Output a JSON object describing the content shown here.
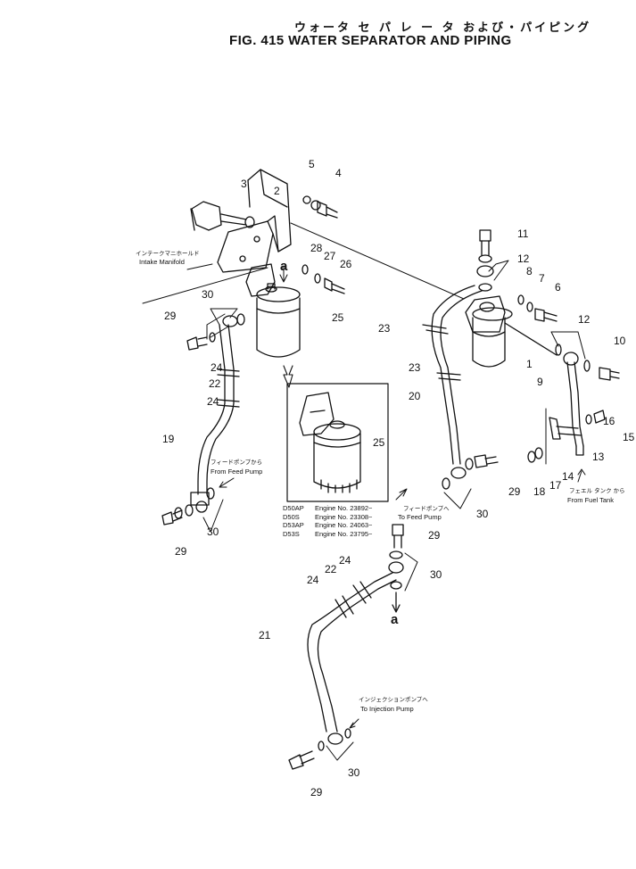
{
  "header": {
    "title_jp": "ウォータ セ パ レ ー タ および・パイピング",
    "title_en": "FIG. 415 WATER SEPARATOR AND PIPING"
  },
  "notes": {
    "intake_jp": "インテークマニホールド",
    "intake_en": "Intake Manifold",
    "feed_left_jp": "フィードポンプから",
    "feed_left_en": "From Feed Pump",
    "feed_right_jp": "フィードポンプへ",
    "feed_right_en": "To Feed Pump",
    "fuel_jp": "フェエル タンク から",
    "fuel_en": "From Fuel Tank",
    "inj_jp": "インジェクションポンプへ",
    "inj_en": "To Injection Pump"
  },
  "engines": [
    {
      "model": "D50AP",
      "text": "Engine No. 23892~"
    },
    {
      "model": "D50S",
      "text": "Engine No. 23308~"
    },
    {
      "model": "D53AP",
      "text": "Engine No. 24063~"
    },
    {
      "model": "D53S",
      "text": "Engine No. 23795~"
    }
  ],
  "markers": {
    "a_top": "a",
    "a_bottom": "a"
  },
  "callouts": [
    {
      "id": "c5",
      "label": "5"
    },
    {
      "id": "c4",
      "label": "4"
    },
    {
      "id": "c3",
      "label": "3"
    },
    {
      "id": "c2",
      "label": "2"
    },
    {
      "id": "c28",
      "label": "28"
    },
    {
      "id": "c27",
      "label": "27"
    },
    {
      "id": "c26",
      "label": "26"
    },
    {
      "id": "c30a",
      "label": "30"
    },
    {
      "id": "c29a",
      "label": "29"
    },
    {
      "id": "c25a",
      "label": "25"
    },
    {
      "id": "c24a",
      "label": "24"
    },
    {
      "id": "c22a",
      "label": "22"
    },
    {
      "id": "c24b",
      "label": "24"
    },
    {
      "id": "c19",
      "label": "19"
    },
    {
      "id": "c30b",
      "label": "30"
    },
    {
      "id": "c29b",
      "label": "29"
    },
    {
      "id": "c11",
      "label": "11"
    },
    {
      "id": "c12a",
      "label": "12"
    },
    {
      "id": "c8",
      "label": "8"
    },
    {
      "id": "c7",
      "label": "7"
    },
    {
      "id": "c6",
      "label": "6"
    },
    {
      "id": "c12b",
      "label": "12"
    },
    {
      "id": "c10",
      "label": "10"
    },
    {
      "id": "c1",
      "label": "1"
    },
    {
      "id": "c23a",
      "label": "23"
    },
    {
      "id": "c23b",
      "label": "23"
    },
    {
      "id": "c20",
      "label": "20"
    },
    {
      "id": "c9",
      "label": "9"
    },
    {
      "id": "c16",
      "label": "16"
    },
    {
      "id": "c15",
      "label": "15"
    },
    {
      "id": "c13",
      "label": "13"
    },
    {
      "id": "c14",
      "label": "14"
    },
    {
      "id": "c17",
      "label": "17"
    },
    {
      "id": "c18",
      "label": "18"
    },
    {
      "id": "c29c",
      "label": "29"
    },
    {
      "id": "c30c",
      "label": "30"
    },
    {
      "id": "c25b",
      "label": "25"
    },
    {
      "id": "c29d",
      "label": "29"
    },
    {
      "id": "c30d",
      "label": "30"
    },
    {
      "id": "c22b",
      "label": "22"
    },
    {
      "id": "c24c",
      "label": "24"
    },
    {
      "id": "c24d",
      "label": "24"
    },
    {
      "id": "c21",
      "label": "21"
    },
    {
      "id": "c30e",
      "label": "30"
    },
    {
      "id": "c29e",
      "label": "29"
    }
  ]
}
